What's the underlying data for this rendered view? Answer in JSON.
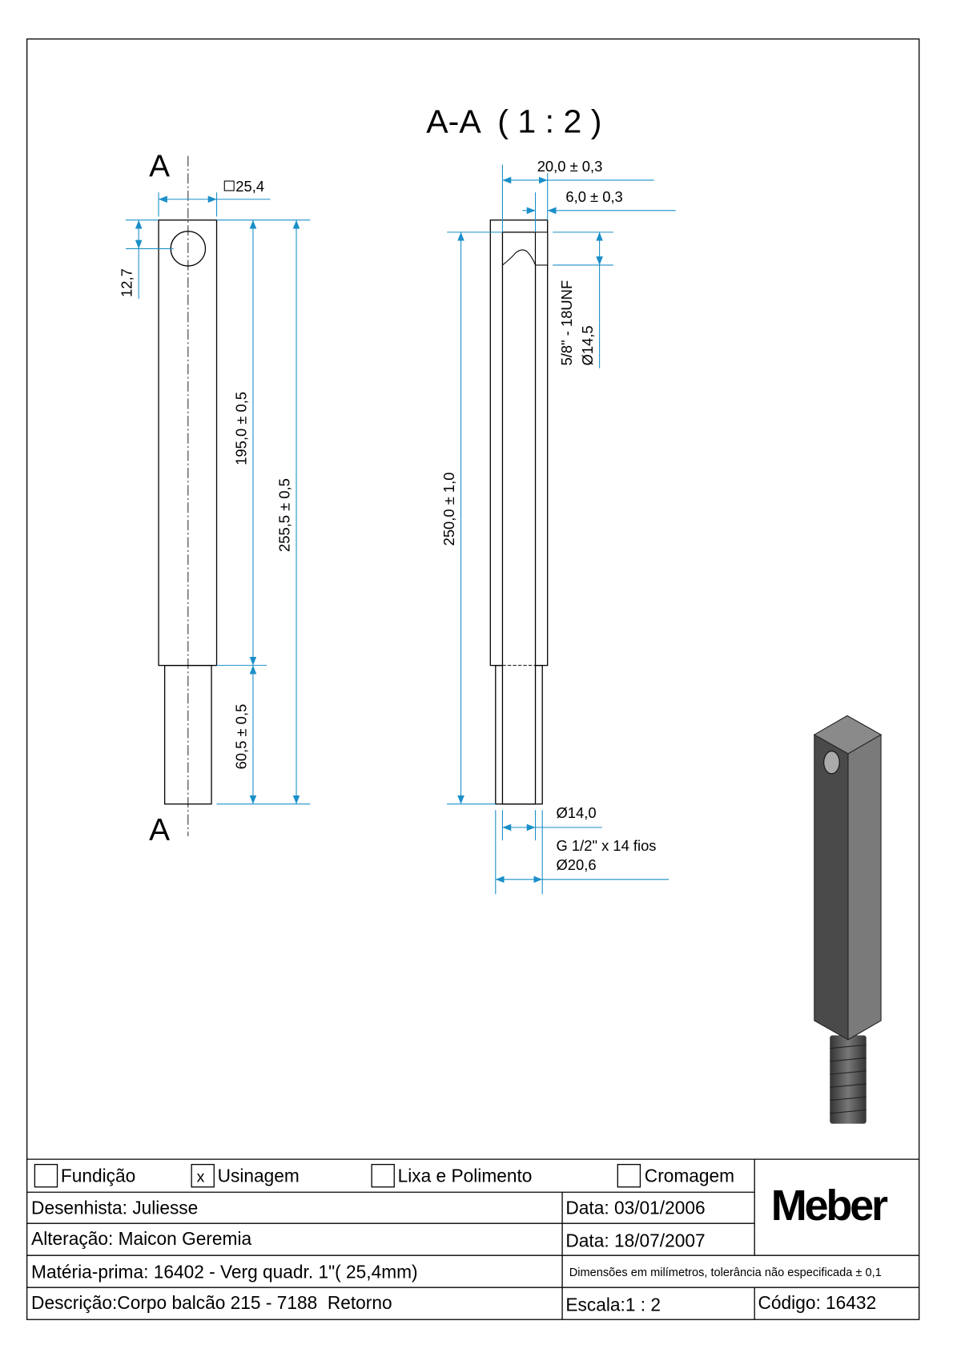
{
  "section_title": "A-A  ( 1 : 2 )",
  "section_marks": [
    "A",
    "A"
  ],
  "dimensions": {
    "square": "25,4",
    "hole_offset": "12,7",
    "len_195": "195,0 ± 0,5",
    "len_255": "255,5 ± 0,5",
    "len_60": "60,5 ± 0,5",
    "len_250": "250,0 ± 1,0",
    "width_20": "20,0 ± 0,3",
    "depth_6": "6,0 ± 0,3",
    "thread_top": "5/8\" - 18UNF",
    "dia_14_5": "Ø14,5",
    "dia_14": "Ø14,0",
    "thread_bottom": "G 1/2\" x 14 fios",
    "dia_20_6": "Ø20,6"
  },
  "title_block": {
    "processes": [
      {
        "label": "Fundição",
        "checked": ""
      },
      {
        "label": "Usinagem",
        "checked": "x"
      },
      {
        "label": "Lixa e Polimento",
        "checked": ""
      },
      {
        "label": "Cromagem",
        "checked": ""
      }
    ],
    "logo": "Meber",
    "designer": "Desenhista: Juliesse",
    "date1": "Data: 03/01/2006",
    "alteration": "Alteração: Maicon Geremia",
    "date2": "Data: 18/07/2007",
    "material": "Matéria-prima: 16402 - Verg quadr. 1\"( 25,4mm)",
    "note": "Dimensões em milímetros, tolerância não especificada ± 0,1",
    "description": "Descrição:Corpo balcão 215 - 7188  Retorno",
    "scale": "Escala:1 : 2",
    "code": "Código: 16432"
  },
  "colors": {
    "dimension": "#1a8fc8",
    "hatch": "#2a9a2a"
  }
}
